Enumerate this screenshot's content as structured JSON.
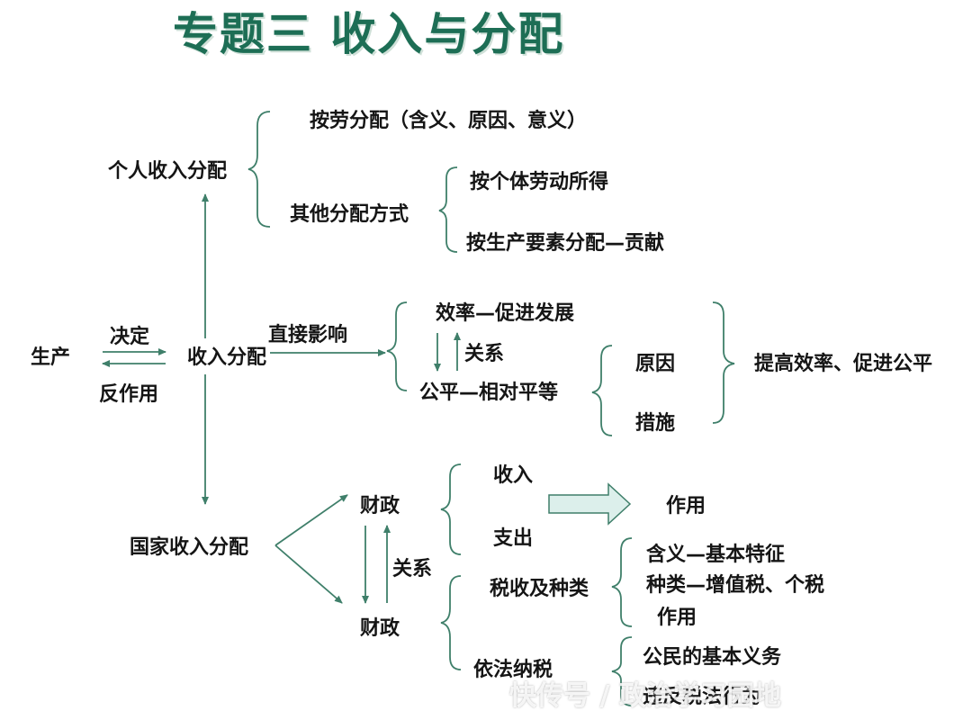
{
  "title": "专题三  收入与分配",
  "nodes": {
    "personal_income": "个人收入分配",
    "labor_distribution": "按劳分配（含义、原因、意义）",
    "other_methods": "其他分配方式",
    "individual_labor": "按个体劳动所得",
    "factor_distribution": "按生产要素分配—贡献",
    "production": "生产",
    "decides": "决定",
    "reacts": "反作用",
    "income_distribution": "收入分配",
    "direct_impact": "直接影响",
    "efficiency": "效率—促进发展",
    "relation_1": "关系",
    "fairness": "公平—相对平等",
    "reason": "原因",
    "measure": "措施",
    "conclusion": "提高效率、促进公平",
    "national_income": "国家收入分配",
    "finance_top": "财政",
    "relation_2": "关系",
    "finance_bottom": "财政",
    "revenue": "收入",
    "effect": "作用",
    "expenditure": "支出",
    "tax_types": "税收及种类",
    "tax_meaning": "含义—基本特征",
    "tax_kinds": "种类—增值税、个税",
    "tax_effect": "作用",
    "pay_tax": "依法纳税",
    "citizen_duty": "公民的基本义务",
    "violations": "违反税法行为"
  },
  "watermark": "快传号 / 政治学习园地",
  "colors": {
    "title": "#1d6e55",
    "line": "#3f7f6a",
    "arrow_fill": "#dcefeb",
    "text": "#151515"
  }
}
